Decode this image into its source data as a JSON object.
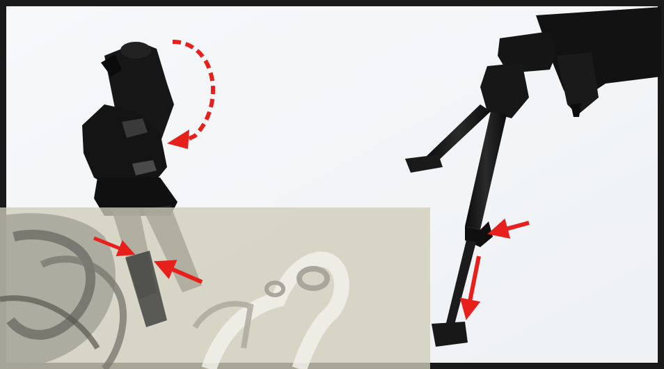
{
  "image": {
    "subject": "bipod-adjustment-illustration",
    "panels": [
      {
        "name": "pivot-rotation",
        "arrow_color": "#e8201c"
      },
      {
        "name": "leg-extension",
        "arrow_color": "#e8201c"
      }
    ],
    "colors": {
      "frame": "#1a1a1a",
      "background": "#f4f6f8",
      "metal": "#141414",
      "arrow": "#e8201c",
      "watermark_panel": "#cfcdb8"
    }
  }
}
